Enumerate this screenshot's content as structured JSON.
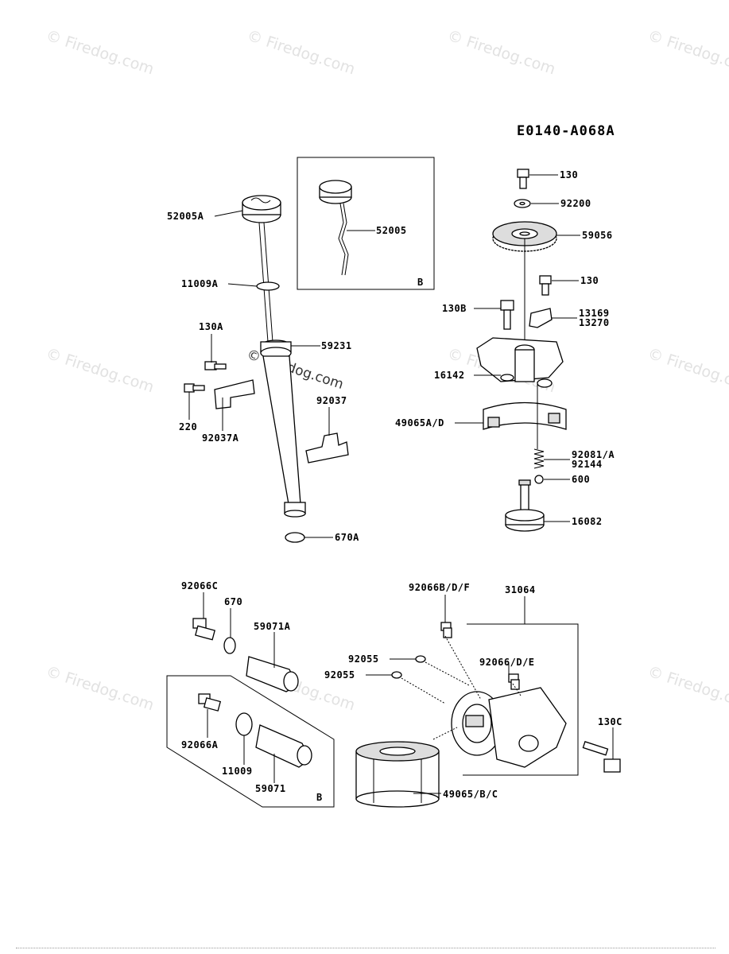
{
  "diagram_code": "E0140-A068A",
  "watermark": "© Firedog.com",
  "box_b_label": "B",
  "parts": {
    "p52005A": "52005A",
    "p52005": "52005",
    "p11009A": "11009A",
    "p130A": "130A",
    "p59231": "59231",
    "p220": "220",
    "p92037A": "92037A",
    "p92037": "92037",
    "p670A": "670A",
    "p130_top": "130",
    "p92200": "92200",
    "p59056": "59056",
    "p130_mid": "130",
    "p130B": "130B",
    "p13169": "13169",
    "p13270": "13270",
    "p16142": "16142",
    "p49065AD": "49065A/D",
    "p92081A": "92081/A",
    "p92144": "92144",
    "p600": "600",
    "p16082": "16082",
    "p92066C": "92066C",
    "p670": "670",
    "p59071A": "59071A",
    "p92066BDF": "92066B/D/F",
    "p31064": "31064",
    "p92055a": "92055",
    "p92055b": "92055",
    "p92066DE": "92066/D/E",
    "p130C": "130C",
    "p92066A": "92066A",
    "p11009": "11009",
    "p59071": "59071",
    "p49065BC": "49065/B/C"
  }
}
